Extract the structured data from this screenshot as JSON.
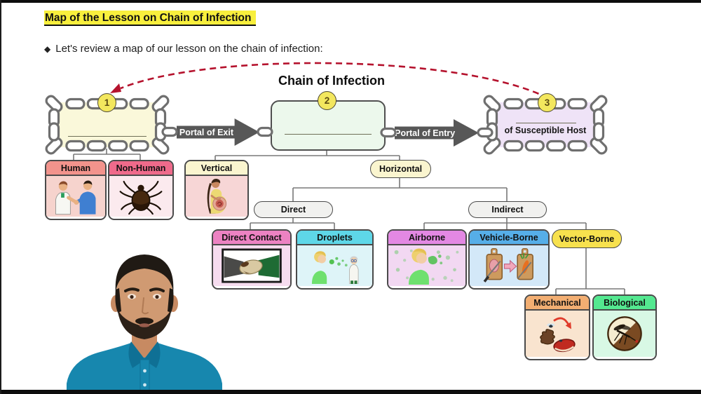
{
  "header": {
    "title": "Map of the Lesson on Chain of Infection",
    "bullet_symbol": "◆",
    "bullet_text": "Let's review a map of our lesson on the chain of infection:"
  },
  "diagram": {
    "title": "Chain of Infection",
    "steps": [
      {
        "number": "1",
        "label": ""
      },
      {
        "number": "2",
        "label": ""
      },
      {
        "number": "3",
        "label": "of Susceptible Host"
      }
    ],
    "arrows": {
      "exit_label": "Portal of Exit",
      "entry_label": "Portal of Entry"
    },
    "colors": {
      "title_highlight": "#f8ef3d",
      "loop_arrow": "#b5122d",
      "flow_arrow": "#575757",
      "chain_link": "#6f6f6f",
      "step_badge": "#f3e75e",
      "step_fills": [
        "#faf8da",
        "#ecf8ec",
        "#efe3f7"
      ]
    },
    "nodes": {
      "human": {
        "label": "Human",
        "icon": "doctor-patient-handshake-icon",
        "header_color": "#f2938c"
      },
      "non_human": {
        "label": "Non-Human",
        "icon": "tick-icon",
        "header_color": "#ef6a8b"
      },
      "vertical": {
        "label": "Vertical",
        "icon": "pregnant-woman-icon",
        "header_color": "#faf5cf"
      },
      "horizontal": {
        "label": "Horizontal",
        "header_color": "#faf5cf"
      },
      "direct": {
        "label": "Direct",
        "header_color": "#f1f1ef"
      },
      "indirect": {
        "label": "Indirect",
        "header_color": "#f1f1ef"
      },
      "direct_contact": {
        "label": "Direct Contact",
        "icon": "handshake-icon",
        "header_color": "#ec82c2"
      },
      "droplets": {
        "label": "Droplets",
        "icon": "sneeze-droplets-icon",
        "header_color": "#5ed7e8"
      },
      "airborne": {
        "label": "Airborne",
        "icon": "airborne-particles-icon",
        "header_color": "#e388e3"
      },
      "vehicle_borne": {
        "label": "Vehicle-Borne",
        "icon": "cutting-boards-icon",
        "header_color": "#56aee8"
      },
      "vector_borne": {
        "label": "Vector-Borne",
        "header_color": "#f7e14e"
      },
      "mechanical": {
        "label": "Mechanical",
        "icon": "fly-contamination-icon",
        "header_color": "#f2ae72"
      },
      "biological": {
        "label": "Biological",
        "icon": "mosquito-icon",
        "header_color": "#54e890"
      }
    }
  },
  "presenter": {
    "description": "Instructor head-and-shoulders webcam cutout wearing a teal polo shirt",
    "shirt_color": "#1787ae"
  }
}
